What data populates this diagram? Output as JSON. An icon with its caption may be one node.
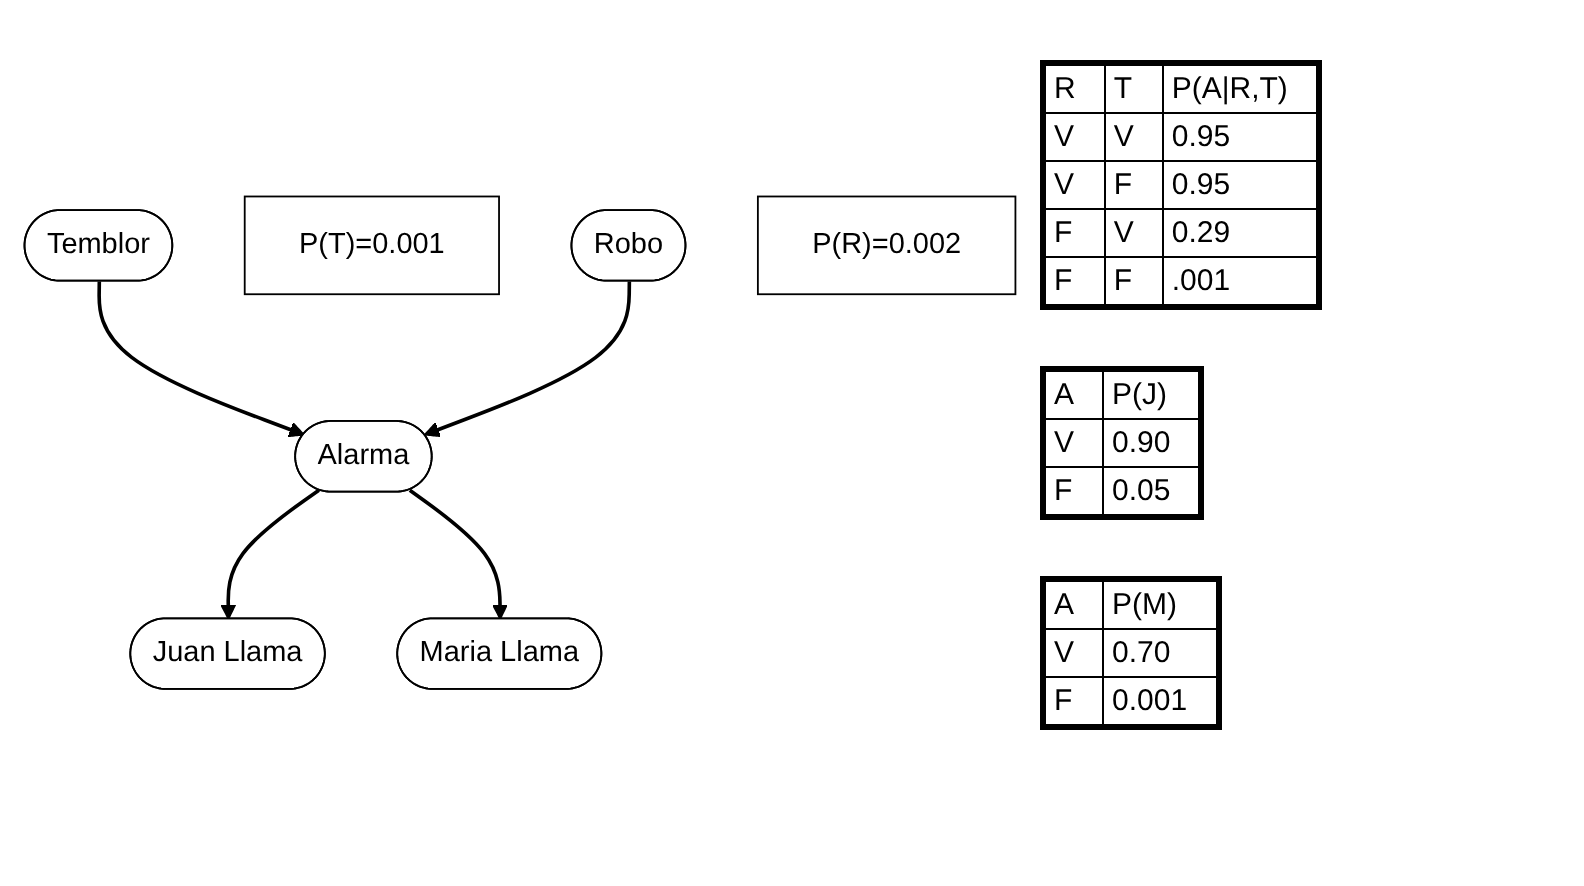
{
  "diagram": {
    "nodes": [
      {
        "text": [
          "Temblor"
        ]
      },
      {
        "text": [
          "P(T)=0.001"
        ]
      },
      {
        "text": [
          "Robo"
        ]
      },
      {
        "text": [
          "P(R)=0.002"
        ]
      },
      {
        "text": [
          "Alarma"
        ]
      },
      {
        "text": [
          "Juan Llama"
        ]
      },
      {
        "text": [
          "Maria Llama"
        ]
      }
    ],
    "edges": [
      {
        "from": 0,
        "to": 4,
        "arrow": "to"
      },
      {
        "from": 2,
        "to": 4,
        "arrow": "to"
      },
      {
        "from": 4,
        "to": 5,
        "arrow": "to"
      },
      {
        "from": 4,
        "to": 6,
        "arrow": "to"
      }
    ],
    "labels": [
      "R",
      "T",
      "P(A|R,T)",
      "V",
      "V",
      "0.95",
      "V",
      "F",
      "0.95",
      "F",
      "V",
      "0.29",
      "F",
      "F",
      ".001",
      "A",
      "P(J)",
      "V",
      "0.90",
      "F",
      "0.05",
      "A",
      "P(M)",
      "V",
      "0.70",
      "F",
      "0.001"
    ]
  }
}
